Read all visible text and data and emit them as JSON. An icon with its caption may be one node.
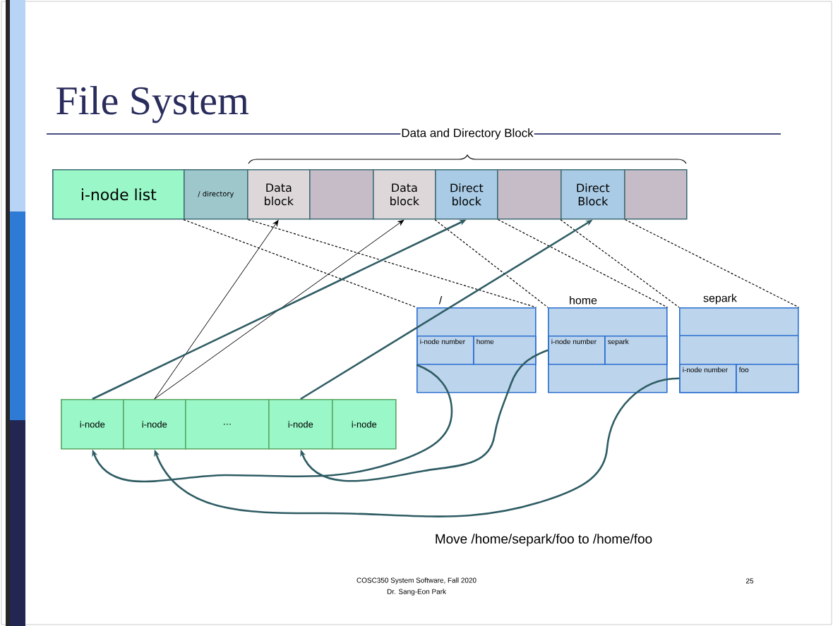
{
  "diagram": {
    "title": "File System",
    "nodes": [
      {
        "text": [
          "i-node list"
        ]
      },
      {
        "text": [
          "/ directory"
        ]
      },
      {
        "text": [
          "Data block"
        ]
      },
      {
        "text": [],
        "shape": "box"
      },
      {
        "text": [
          "Data block"
        ]
      },
      {
        "text": [
          "Direct block"
        ]
      },
      {
        "text": [],
        "shape": "box"
      },
      {
        "text": [
          "Direct Block"
        ]
      },
      {
        "text": [],
        "shape": "box"
      },
      {
        "text": [
          "/"
        ]
      },
      {
        "text": [
          "i-node number"
        ],
        "in": 9
      },
      {
        "text": [
          "home"
        ],
        "in": 9
      },
      {
        "text": [
          "home"
        ]
      },
      {
        "text": [
          "i-node number"
        ],
        "in": 12
      },
      {
        "text": [
          "separk"
        ],
        "in": 12
      },
      {
        "text": [
          "separk"
        ]
      },
      {
        "text": [
          "i-node number"
        ],
        "in": 15
      },
      {
        "text": [
          "foo"
        ],
        "in": 15
      },
      {
        "text": [
          "i-node"
        ]
      },
      {
        "text": [
          "i-node"
        ]
      },
      {
        "text": [
          "…"
        ]
      },
      {
        "text": [
          "i-node"
        ]
      },
      {
        "text": [
          "i-node"
        ]
      }
    ],
    "edges": [
      {
        "from": 1,
        "to": 9,
        "arrow": "none",
        "style": "dashed"
      },
      {
        "from": 1,
        "to": 9,
        "arrow": "none",
        "style": "dashed"
      },
      {
        "from": 5,
        "to": 12,
        "arrow": "none",
        "style": "dashed"
      },
      {
        "from": 5,
        "to": 12,
        "arrow": "none",
        "style": "dashed"
      },
      {
        "from": 7,
        "to": 15,
        "arrow": "none",
        "style": "dashed"
      },
      {
        "from": 7,
        "to": 15,
        "arrow": "none",
        "style": "dashed"
      },
      {
        "from": 19,
        "to": 2,
        "arrow": "to"
      },
      {
        "from": 19,
        "to": 4,
        "arrow": "to"
      },
      {
        "from": 18,
        "to": 5,
        "arrow": "to",
        "color": "#2e5c63"
      },
      {
        "from": 21,
        "to": 7,
        "arrow": "to",
        "color": "#2e5c63"
      },
      {
        "from": 10,
        "to": 18,
        "arrow": "to",
        "color": "#2e5c63"
      },
      {
        "from": 13,
        "to": 21,
        "arrow": "to",
        "color": "#2e5c63"
      },
      {
        "from": 16,
        "to": 19,
        "arrow": "to",
        "color": "#2e5c63"
      }
    ],
    "labels": [
      "Data and Directory Block",
      "Move /home/separk/foo  to /home/foo",
      "COSC350 System Software, Fall 2020",
      "Dr. Sang-Eon Park",
      "25"
    ]
  }
}
